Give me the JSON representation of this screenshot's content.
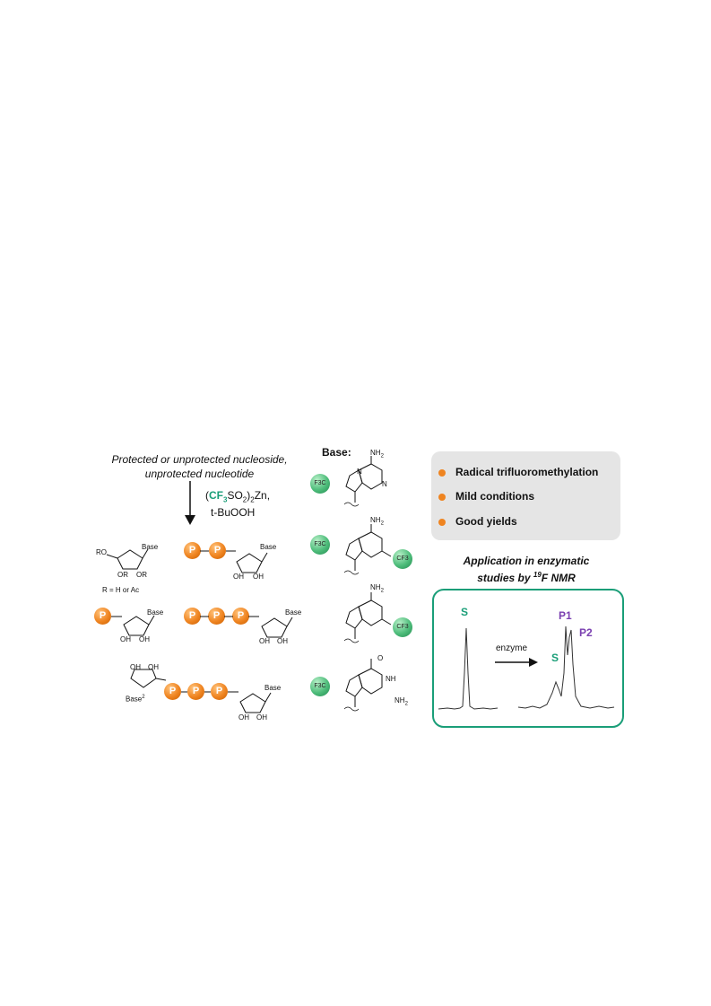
{
  "left": {
    "caption_line1": "Protected or unprotected nucleoside,",
    "caption_line2": "unprotected nucleotide",
    "reagent": {
      "open_paren": "(",
      "cf3": "CF",
      "cf3_sub": "3",
      "so2": "SO",
      "so2_sub": "2",
      "close": ")",
      "zn_sub": "2",
      "zn": "Zn,",
      "line2": "t-BuOOH"
    },
    "r_note": "R = H or Ac",
    "labels": {
      "base": "Base",
      "ro": "RO",
      "or": "OR",
      "oh": "OH",
      "base2": "Base",
      "base2_sup": "2"
    },
    "phosphate_label": "P"
  },
  "middle": {
    "title": "Base:",
    "nh2": "NH",
    "nh2_sub": "2",
    "f3c": "F3C",
    "cf3": "CF3",
    "n": "N",
    "o": "O",
    "nh": "NH"
  },
  "panel": {
    "bullets": [
      "Radical trifluoromethylation",
      "Mild conditions",
      "Good yields"
    ]
  },
  "application": {
    "line1": "Application in enzymatic",
    "line2_a": "studies by ",
    "line2_sup": "19",
    "line2_b": "F NMR"
  },
  "nmr": {
    "enzyme_label": "enzyme",
    "s_label": "S",
    "p1_label": "P1",
    "p2_label": "P2"
  },
  "colors": {
    "orange": "#ef8420",
    "green": "#1a9e78",
    "purple": "#7a3fb0",
    "panel_gray": "#e5e5e5"
  }
}
